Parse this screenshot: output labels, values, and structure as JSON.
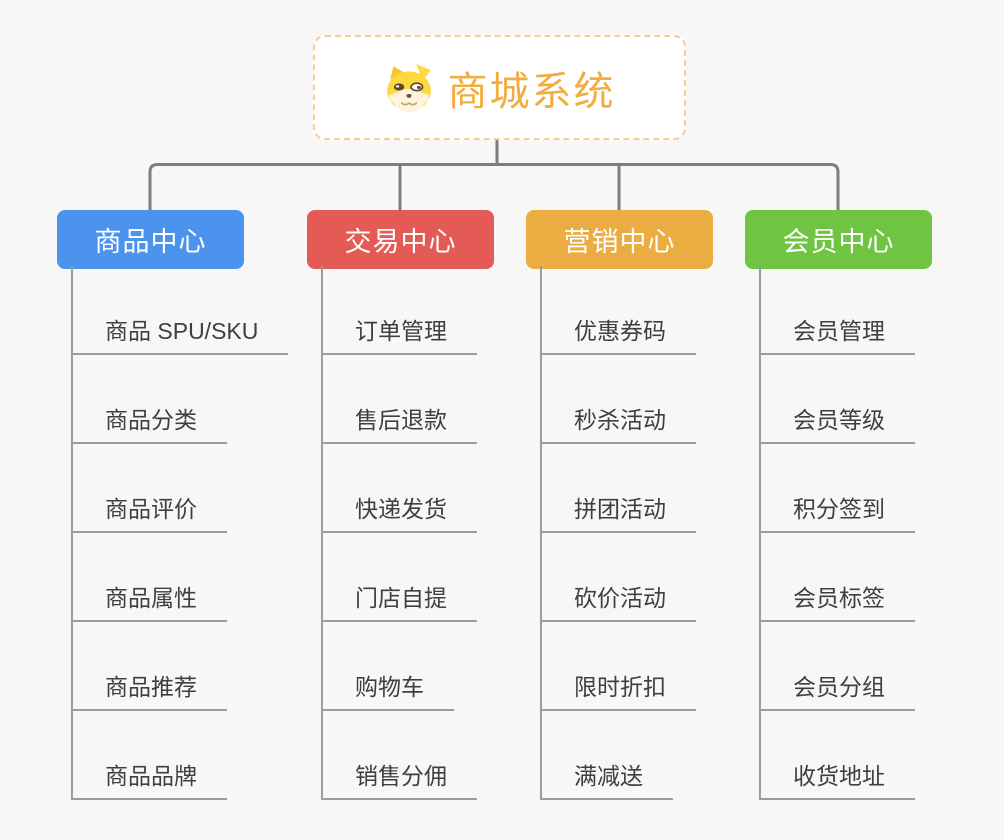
{
  "root": {
    "title": "商城系统",
    "icon": "doge-icon",
    "title_color": "#F2AC3F"
  },
  "branches": [
    {
      "label": "商品中心",
      "color": "#4B93EC",
      "items": [
        "商品 SPU/SKU",
        "商品分类",
        "商品评价",
        "商品属性",
        "商品推荐",
        "商品品牌"
      ]
    },
    {
      "label": "交易中心",
      "color": "#E45A54",
      "items": [
        "订单管理",
        "售后退款",
        "快递发货",
        "门店自提",
        "购物车",
        "销售分佣"
      ]
    },
    {
      "label": "营销中心",
      "color": "#EBAD42",
      "items": [
        "优惠券码",
        "秒杀活动",
        "拼团活动",
        "砍价活动",
        "限时折扣",
        "满减送"
      ]
    },
    {
      "label": "会员中心",
      "color": "#6FC441",
      "items": [
        "会员管理",
        "会员等级",
        "积分签到",
        "会员标签",
        "会员分组",
        "收货地址"
      ]
    }
  ],
  "colors": {
    "background": "#F7F7F7",
    "connector": "#7E7E7E",
    "leaf_line": "#9C9C9C",
    "leaf_text": "#3F3F3F",
    "root_border": "#F6CD92"
  }
}
